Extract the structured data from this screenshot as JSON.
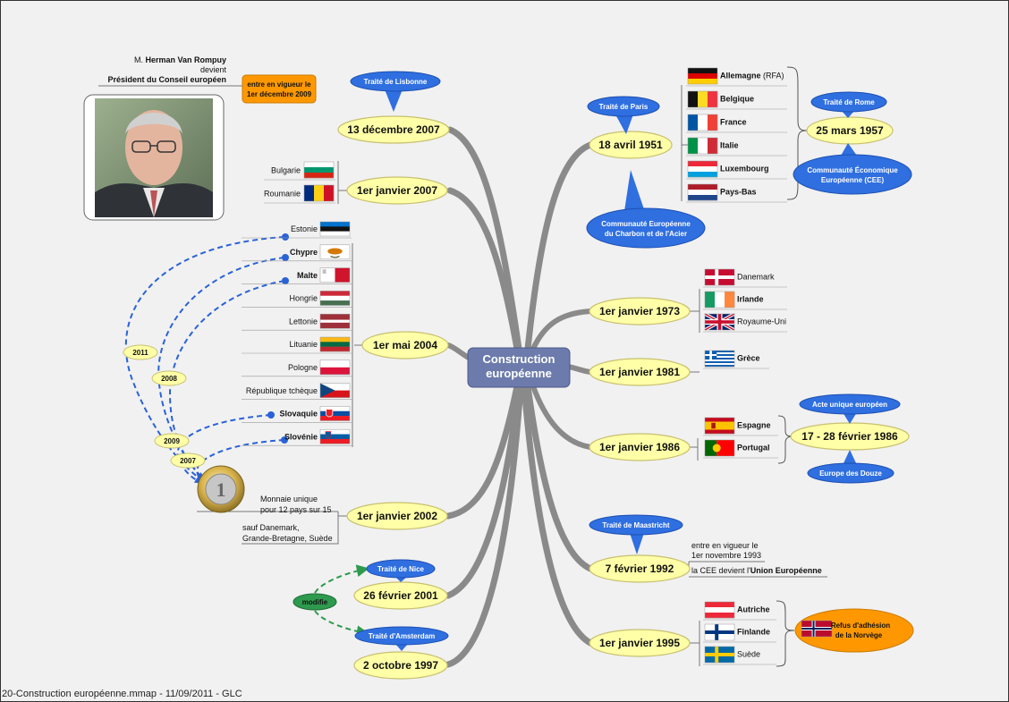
{
  "central": {
    "line1": "Construction",
    "line2": "européenne"
  },
  "footer": "20-Construction européenne.mmap - 11/09/2011 - GLC",
  "events": [
    {
      "key": "e2007dec",
      "date": "13 décembre 2007"
    },
    {
      "key": "e2007jan",
      "date": "1er janvier 2007"
    },
    {
      "key": "e2004",
      "date": "1er mai 2004"
    },
    {
      "key": "e2002",
      "date": "1er janvier 2002"
    },
    {
      "key": "e2001",
      "date": "26 février 2001"
    },
    {
      "key": "e1997",
      "date": "2 octobre 1997"
    },
    {
      "key": "e1951",
      "date": "18 avril 1951"
    },
    {
      "key": "e1973",
      "date": "1er janvier 1973"
    },
    {
      "key": "e1981",
      "date": "1er janvier 1981"
    },
    {
      "key": "e1986",
      "date": "1er janvier 1986"
    },
    {
      "key": "e1992",
      "date": "7 février 1992"
    },
    {
      "key": "e1995",
      "date": "1er janvier 1995"
    },
    {
      "key": "e1957",
      "date": "25 mars 1957"
    },
    {
      "key": "e1986b",
      "date": "17 - 28 février 1986"
    }
  ],
  "callouts": [
    {
      "key": "lisbonne",
      "text": "Traité de Lisbonne"
    },
    {
      "key": "paris",
      "text": "Traité de Paris"
    },
    {
      "key": "ceca",
      "line1": "Communauté Européenne",
      "line2": "du Charbon et de l'Acier"
    },
    {
      "key": "rome",
      "text": "Traité de Rome"
    },
    {
      "key": "cee",
      "line1": "Communauté Économique",
      "line2": "Européenne (CEE)"
    },
    {
      "key": "acte",
      "text": "Acte unique européen"
    },
    {
      "key": "douze",
      "text": "Europe des Douze"
    },
    {
      "key": "maastricht",
      "text": "Traité de Maastricht"
    },
    {
      "key": "nice",
      "text": "Traité de Nice"
    },
    {
      "key": "amsterdam",
      "text": "Traité d'Amsterdam"
    }
  ],
  "orange_notes": {
    "vigueur": {
      "line1": "entre en vigueur le",
      "line2": "1er décembre 2009"
    },
    "norvege": {
      "line1": "Refus d'adhésion",
      "line2": "de la Norvège"
    }
  },
  "modifie": "modifie",
  "rompuy": {
    "prefix": "M. ",
    "name": "Herman Van Rompuy",
    "line2": "devient",
    "line3": "Président du Conseil européen"
  },
  "euro": {
    "line1": "Monnaie unique",
    "line2": "pour 12 pays sur 15",
    "except1": "sauf Danemark,",
    "except2": "Grande-Bretagne, Suède"
  },
  "maastricht_notes": {
    "line1": "entre en vigueur le",
    "line2": "1er novembre 1993",
    "line3_prefix": "la CEE devient l'",
    "line3_bold": "Union Européenne"
  },
  "year_tags": {
    "y2011": "2011",
    "y2008": "2008",
    "y2009": "2009",
    "y2007": "2007"
  },
  "countries": {
    "founders": [
      {
        "name": "Allemagne",
        "suffix": " (RFA)",
        "flag": "de"
      },
      {
        "name": "Belgique",
        "flag": "be"
      },
      {
        "name": "France",
        "flag": "fr"
      },
      {
        "name": "Italie",
        "flag": "it"
      },
      {
        "name": "Luxembourg",
        "flag": "lu"
      },
      {
        "name": "Pays-Bas",
        "flag": "nl"
      }
    ],
    "y2007": [
      {
        "name": "Bulgarie",
        "flag": "bg"
      },
      {
        "name": "Roumanie",
        "flag": "ro"
      }
    ],
    "y2004": [
      {
        "name": "Estonie",
        "flag": "ee"
      },
      {
        "name": "Chypre",
        "flag": "cy",
        "bold": true
      },
      {
        "name": "Malte",
        "flag": "mt",
        "bold": true
      },
      {
        "name": "Hongrie",
        "flag": "hu"
      },
      {
        "name": "Lettonie",
        "flag": "lv"
      },
      {
        "name": "Lituanie",
        "flag": "lt"
      },
      {
        "name": "Pologne",
        "flag": "pl"
      },
      {
        "name": "République tchèque",
        "flag": "cz"
      },
      {
        "name": "Slovaquie",
        "flag": "sk",
        "bold": true
      },
      {
        "name": "Slovénie",
        "flag": "si",
        "bold": true
      }
    ],
    "y1973": [
      {
        "name": "Danemark",
        "flag": "dk"
      },
      {
        "name": "Irlande",
        "flag": "ie",
        "bold": true
      },
      {
        "name": "Royaume-Uni",
        "flag": "uk"
      }
    ],
    "y1981": [
      {
        "name": "Grèce",
        "flag": "gr",
        "bold": true
      }
    ],
    "y1986": [
      {
        "name": "Espagne",
        "flag": "es",
        "bold": true
      },
      {
        "name": "Portugal",
        "flag": "pt",
        "bold": true
      }
    ],
    "y1995": [
      {
        "name": "Autriche",
        "flag": "at",
        "bold": true
      },
      {
        "name": "Finlande",
        "flag": "fi",
        "bold": true
      },
      {
        "name": "Suède",
        "flag": "se"
      }
    ]
  },
  "colors": {
    "topic": "#ffffa8",
    "topic_border": "#c8c070",
    "callout": "#2f6fe0",
    "orange": "#ff9800",
    "central": "#6c7bab",
    "branch": "#8a8a8a",
    "dashed_blue": "#2a62d8",
    "dashed_green": "#2e9a4e"
  }
}
